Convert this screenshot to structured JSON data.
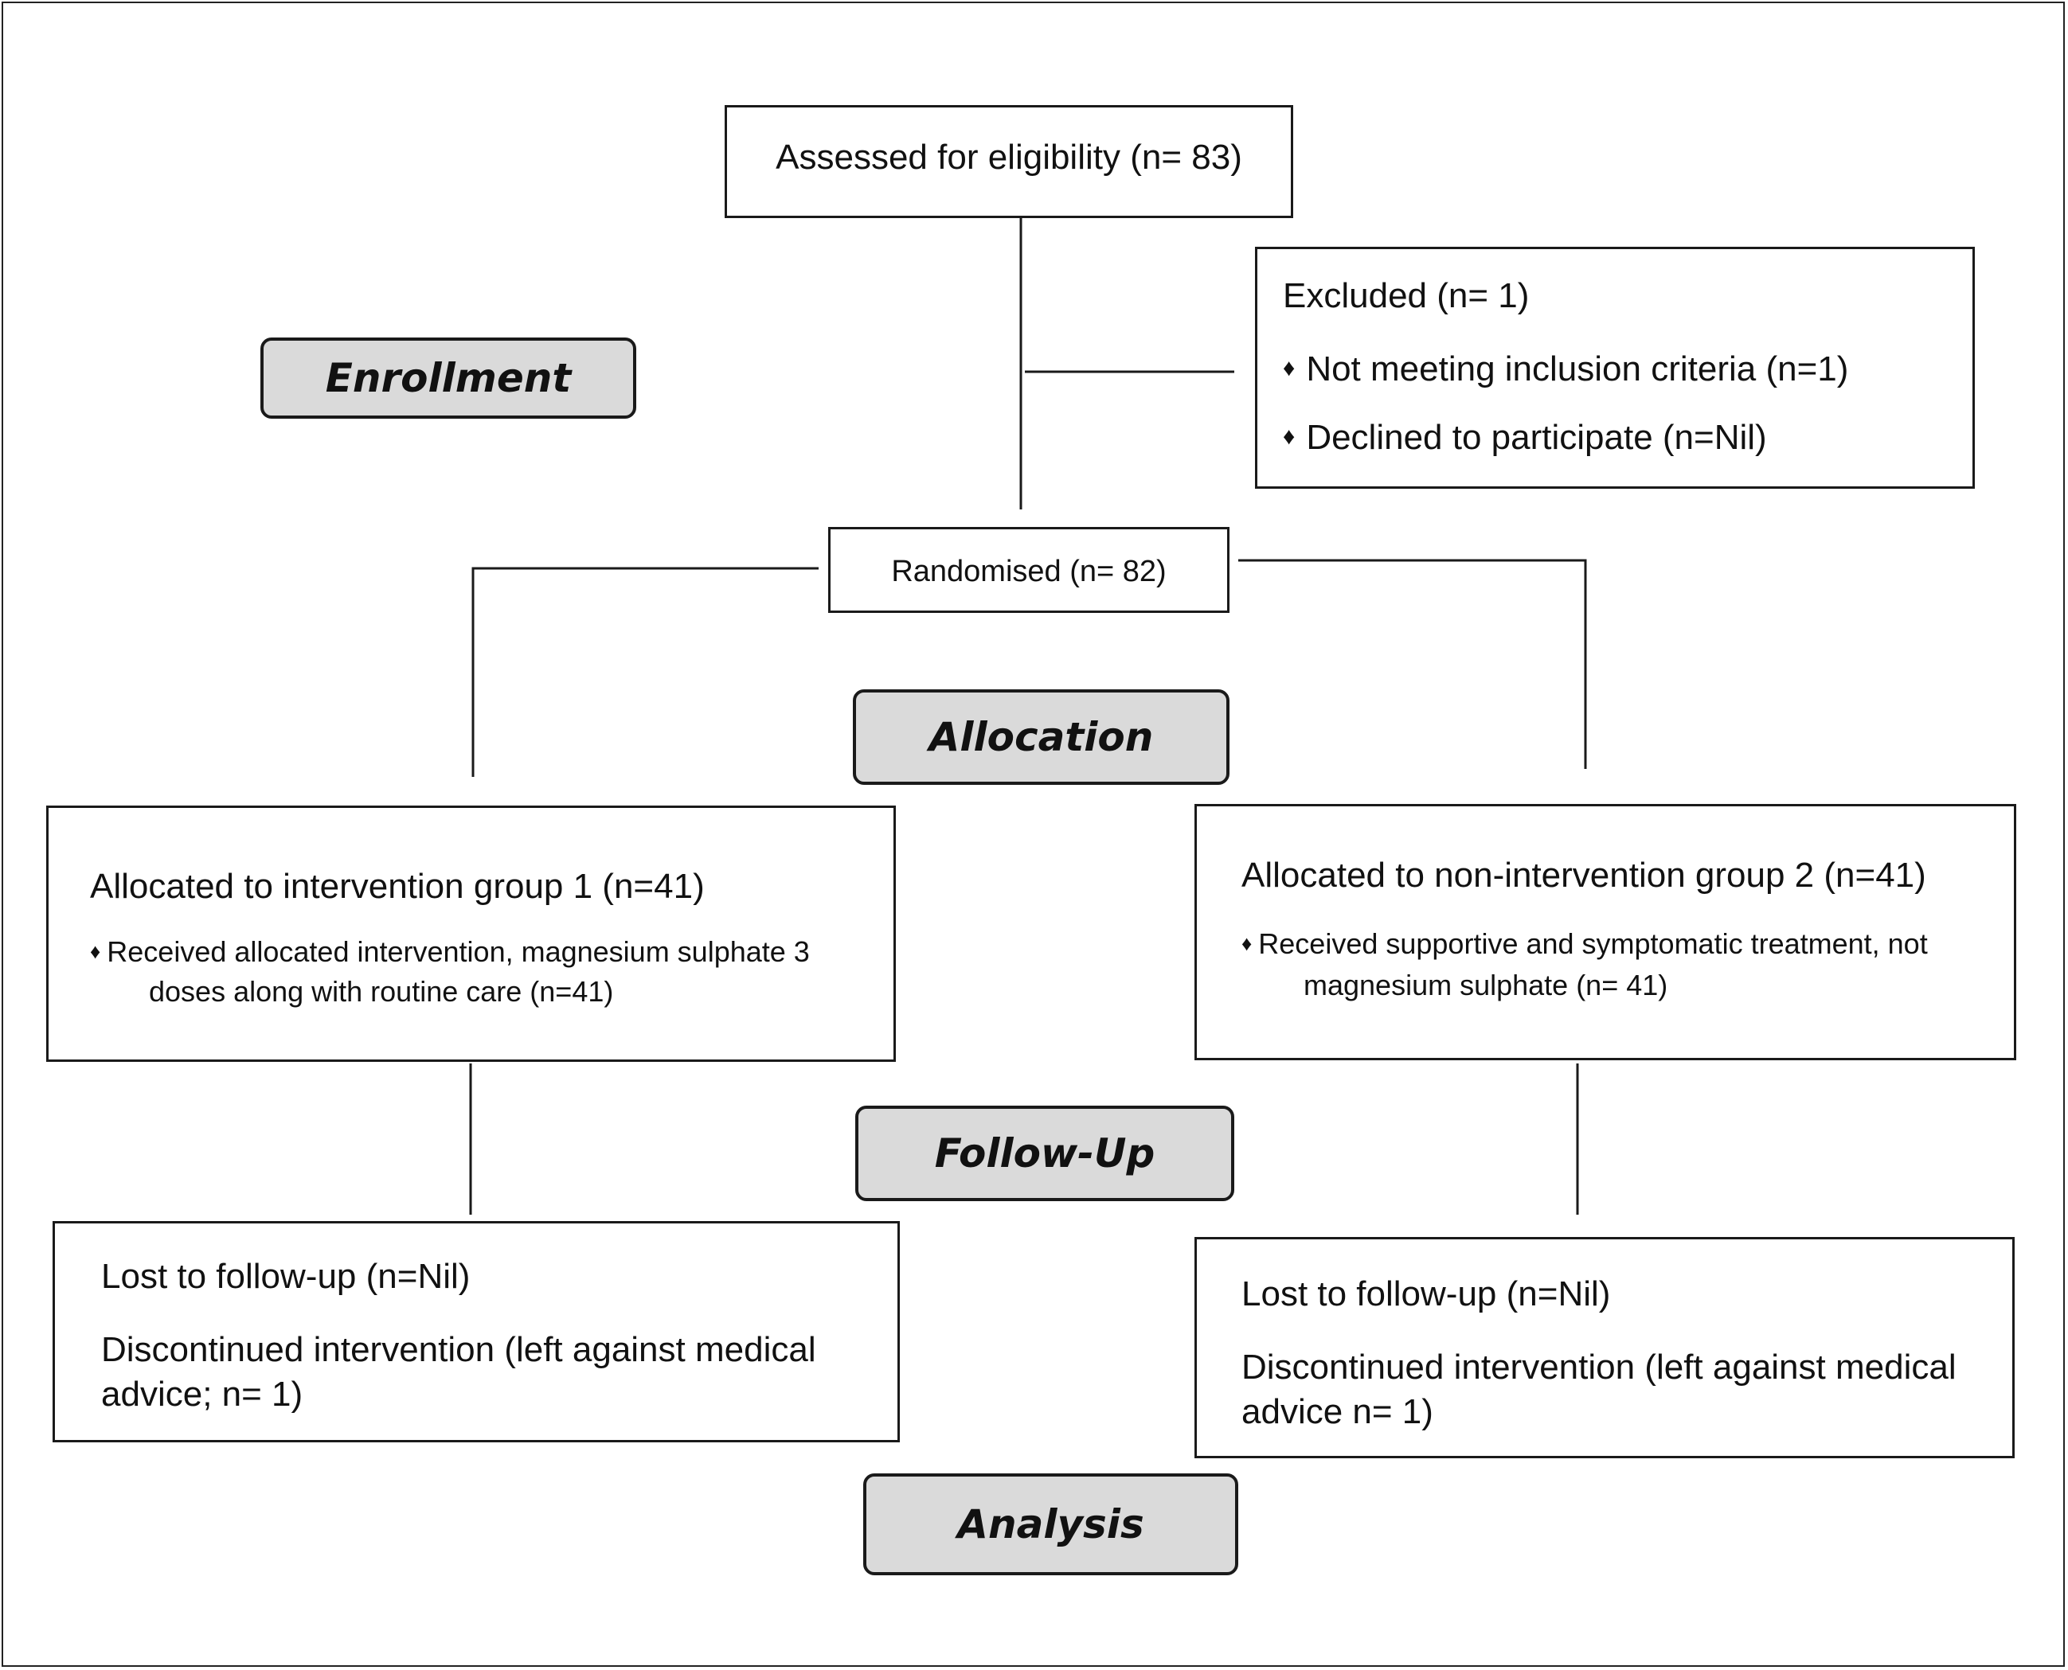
{
  "stages": {
    "enrollment": "Enrollment",
    "allocation": "Allocation",
    "follow_up": "Follow-Up",
    "analysis": "Analysis"
  },
  "assessed": "Assessed for eligibility (n= 83)",
  "excluded": {
    "title": "Excluded (n= 1)",
    "items": [
      "Not meeting inclusion criteria (n=1)",
      "Declined to participate (n=Nil)"
    ],
    "bullet": "♦"
  },
  "randomised": "Randomised (n= 82)",
  "group1": {
    "title": "Allocated to intervention group 1 (n=41)",
    "bullet": "♦",
    "detail_line1": "Received allocated intervention, magnesium sulphate 3",
    "detail_line2": "doses along with routine care (n=41)"
  },
  "group2": {
    "title": "Allocated to non-intervention group 2 (n=41)",
    "bullet": "♦",
    "detail_line1": "Received supportive and symptomatic treatment, not",
    "detail_line2": "magnesium sulphate (n= 41)"
  },
  "followup1": {
    "lost": "Lost to follow-up (n=Nil)",
    "discontinued_line1": "Discontinued intervention (left against medical",
    "discontinued_line2": "advice; n= 1)"
  },
  "followup2": {
    "lost": "Lost to follow-up (n=Nil)",
    "discontinued_line1": "Discontinued intervention (left against medical",
    "discontinued_line2": "advice n= 1)"
  }
}
